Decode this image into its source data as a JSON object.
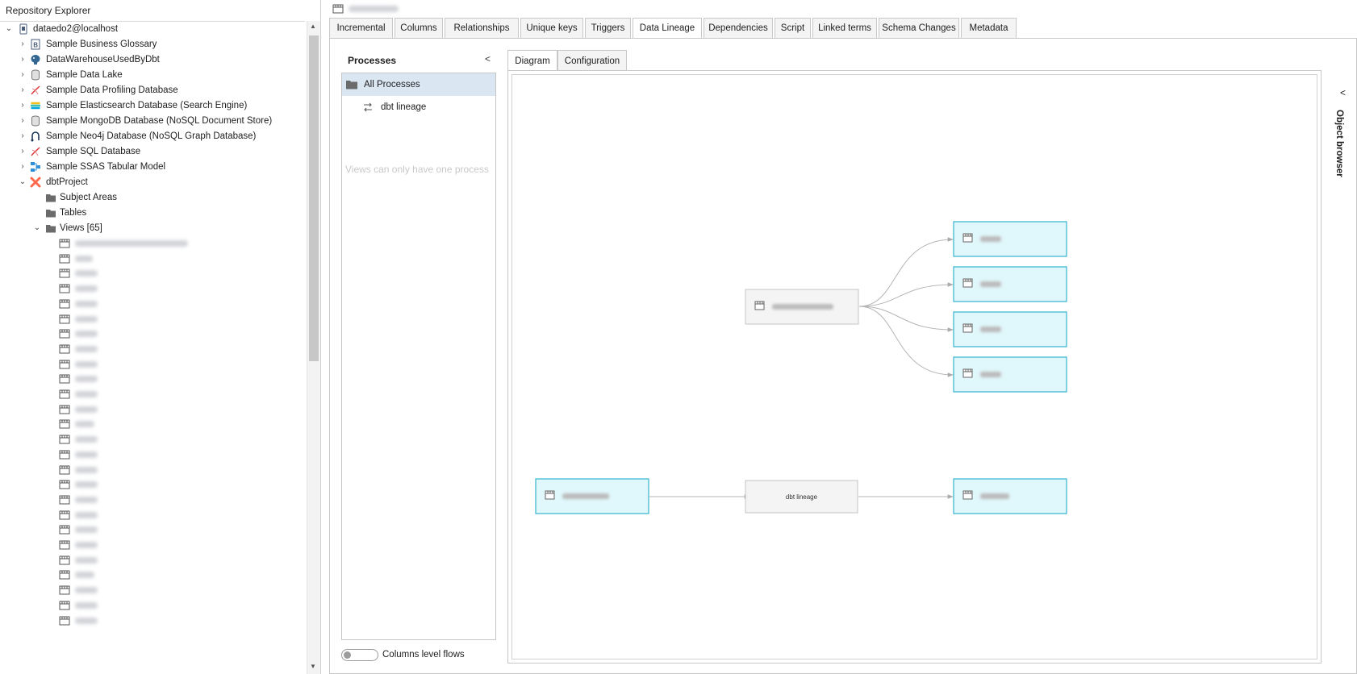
{
  "left_panel": {
    "title": "Repository Explorer",
    "root": "dataedo2@localhost",
    "databases": [
      {
        "label": "Sample Business Glossary",
        "icon": "glossary-icon"
      },
      {
        "label": "DataWarehouseUsedByDbt",
        "icon": "postgres-icon"
      },
      {
        "label": "Sample Data Lake",
        "icon": "database-icon"
      },
      {
        "label": "Sample Data Profiling Database",
        "icon": "sql-server-icon"
      },
      {
        "label": "Sample Elasticsearch Database (Search Engine)",
        "icon": "elasticsearch-icon"
      },
      {
        "label": "Sample MongoDB Database (NoSQL Document Store)",
        "icon": "database-icon"
      },
      {
        "label": "Sample Neo4j Database (NoSQL Graph Database)",
        "icon": "neo4j-icon"
      },
      {
        "label": "Sample SQL Database",
        "icon": "sql-server-icon"
      },
      {
        "label": "Sample SSAS Tabular Model",
        "icon": "ssas-icon"
      }
    ],
    "project": {
      "label": "dbtProject",
      "children": [
        {
          "label": "Subject Areas"
        },
        {
          "label": "Tables"
        },
        {
          "label": "Views [65]"
        }
      ]
    }
  },
  "tabs": [
    "Incremental",
    "Columns",
    "Relationships",
    "Unique keys",
    "Triggers",
    "Data Lineage",
    "Dependencies",
    "Script",
    "Linked terms",
    "Schema Changes",
    "Metadata"
  ],
  "active_tab": "Data Lineage",
  "processes": {
    "title": "Processes",
    "collapse": "<",
    "items": [
      {
        "label": "All Processes",
        "icon": "folder-icon"
      },
      {
        "label": "dbt lineage",
        "icon": "swap-arrows-icon"
      }
    ],
    "note": "Views can only have one process",
    "toggle_label": "Columns level flows"
  },
  "subtabs": [
    "Diagram",
    "Configuration"
  ],
  "diagram": {
    "process_node_label": "dbt lineage"
  },
  "object_browser": {
    "label": "Object browser",
    "collapse": "<"
  },
  "colors": {
    "selected_item": "#dbe6f3",
    "lineage_node_fill": "#e0f7fb",
    "lineage_node_border": "#35b4cf"
  }
}
